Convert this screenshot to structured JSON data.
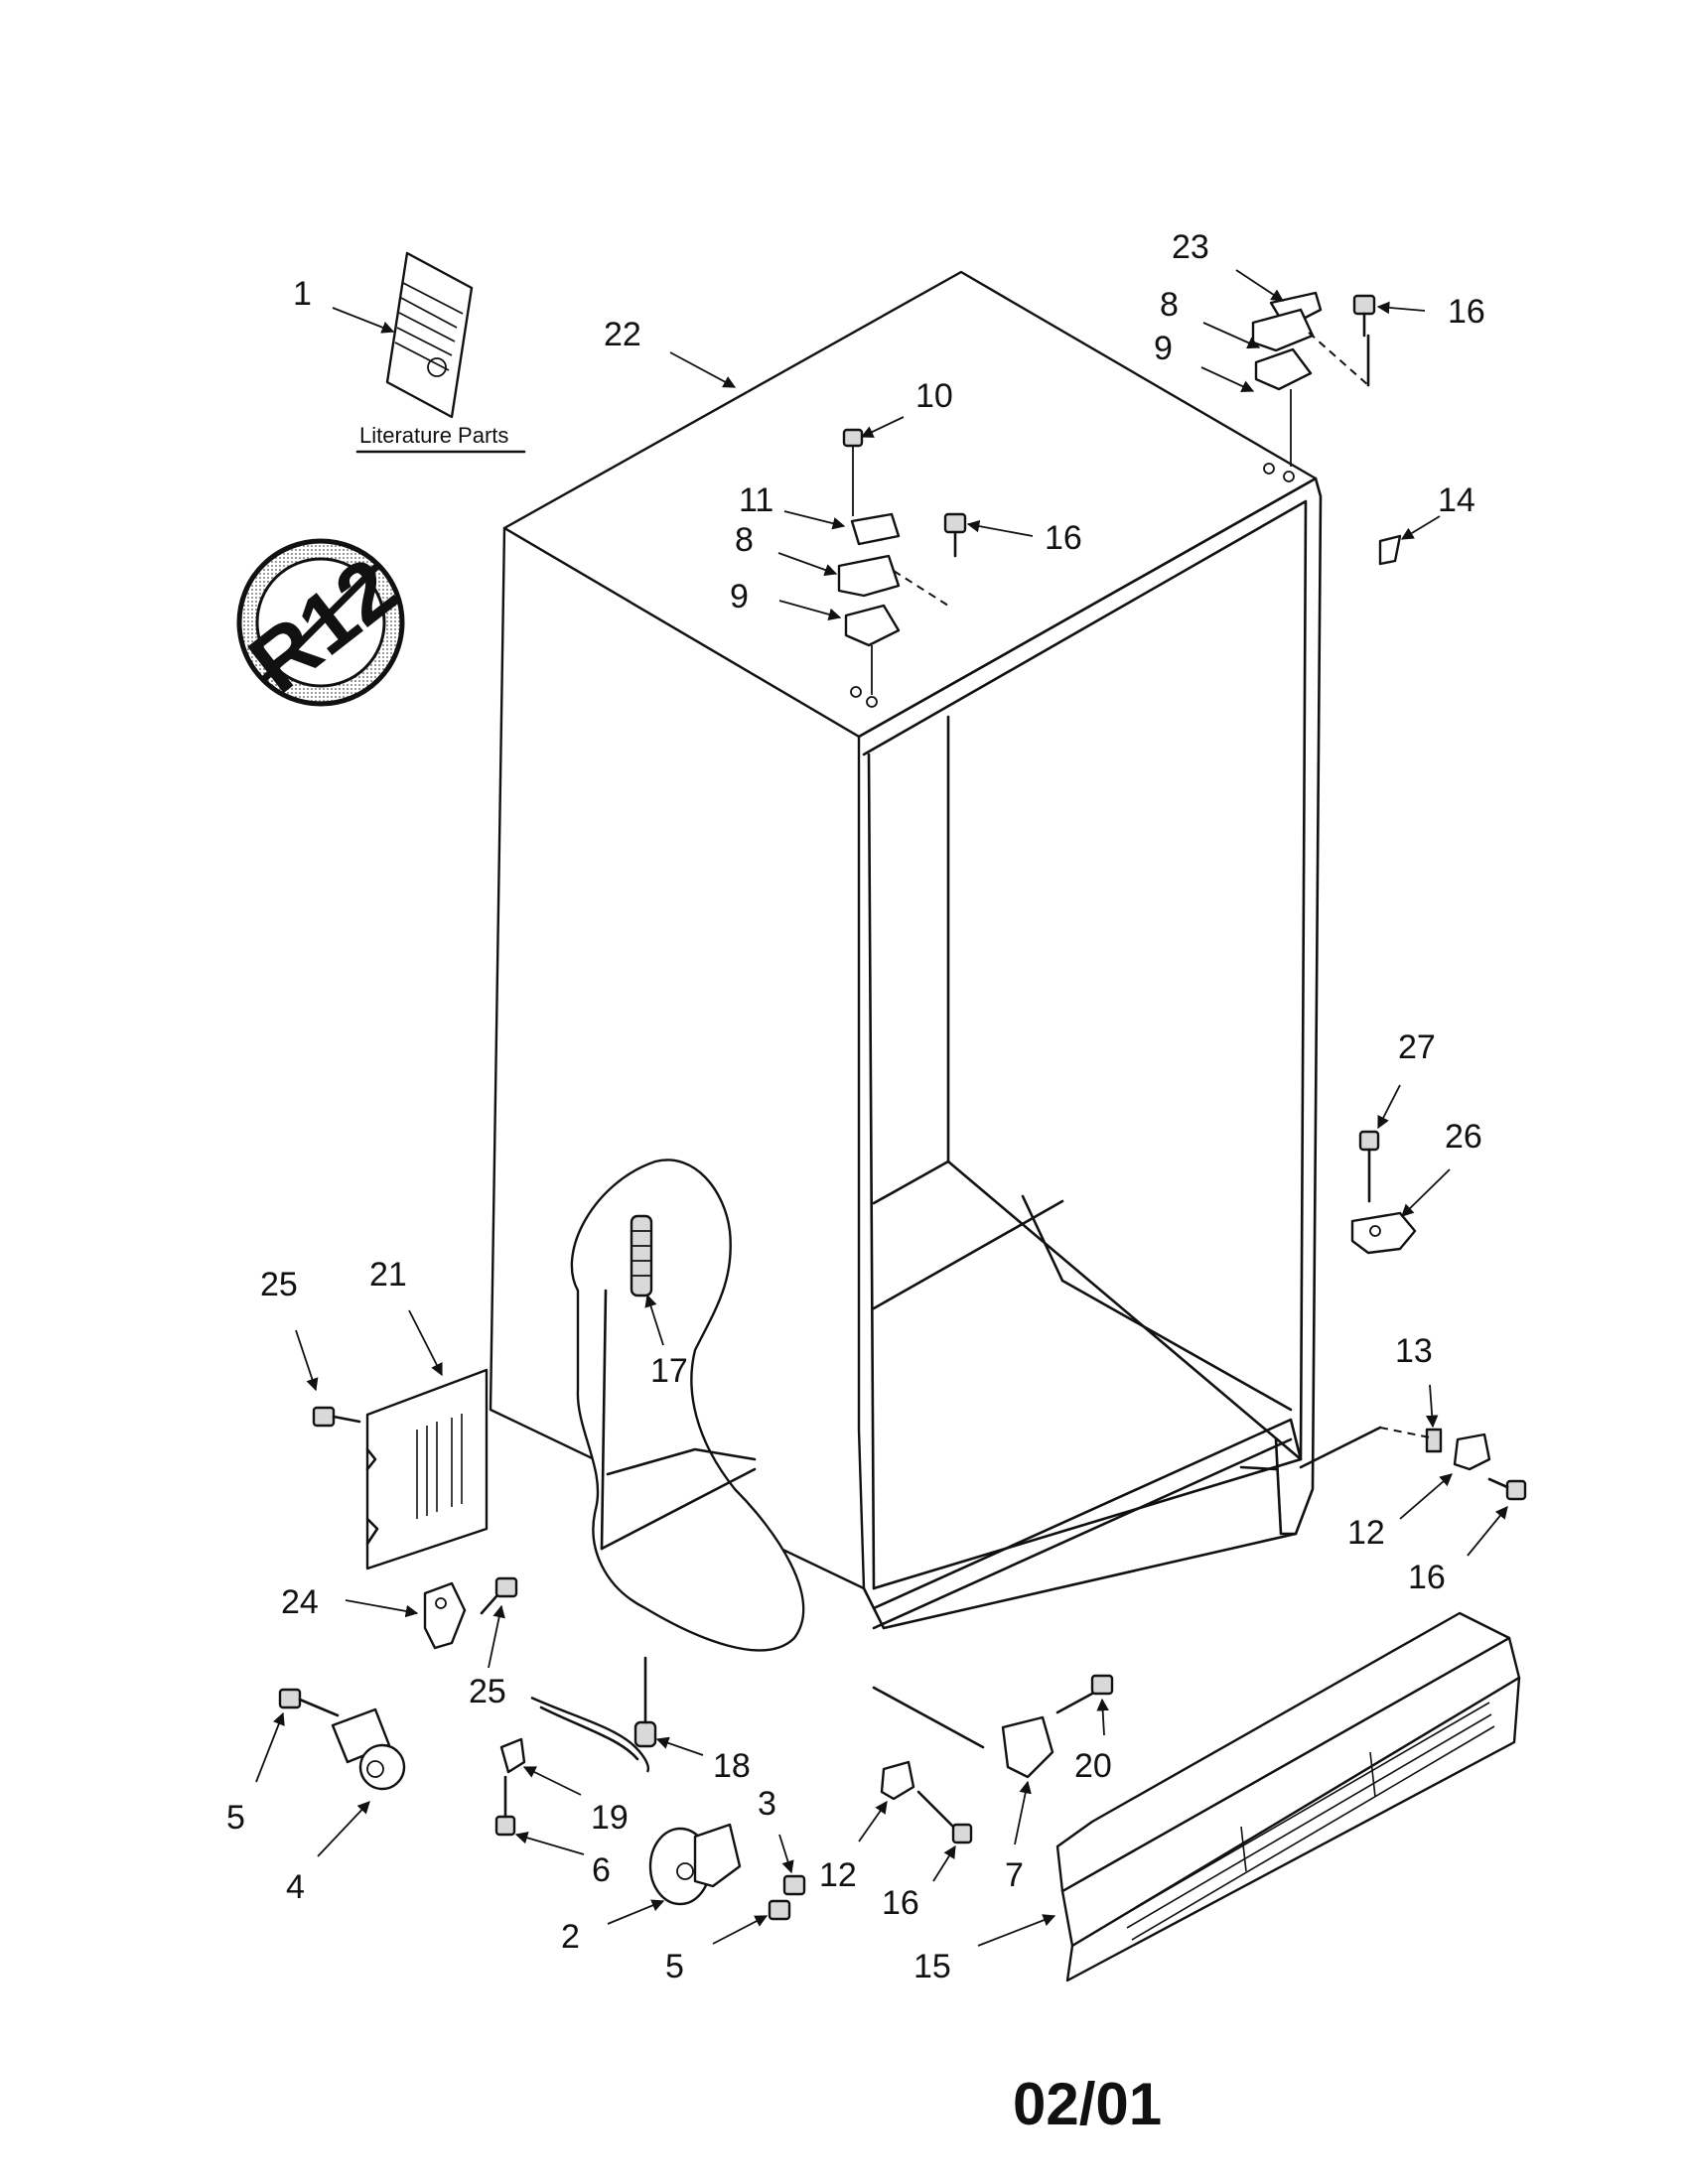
{
  "literature_caption": "Literature Parts",
  "date_code": "02/01",
  "refrigerant_symbol_text": "R12",
  "callouts": {
    "c1": "1",
    "c22": "22",
    "c23": "23",
    "c8a": "8",
    "c16a": "16",
    "c9a": "9",
    "c10": "10",
    "c11": "11",
    "c8b": "8",
    "c16b": "16",
    "c9b": "9",
    "c14": "14",
    "c27": "27",
    "c26": "26",
    "c25a": "25",
    "c21": "21",
    "c17": "17",
    "c13": "13",
    "c12a": "12",
    "c16c": "16",
    "c24": "24",
    "c25b": "25",
    "c18": "18",
    "c20": "20",
    "c5a": "5",
    "c19": "19",
    "c3": "3",
    "c7": "7",
    "c4": "4",
    "c6": "6",
    "c12b": "12",
    "c16d": "16",
    "c2": "2",
    "c5b": "5",
    "c15": "15"
  }
}
